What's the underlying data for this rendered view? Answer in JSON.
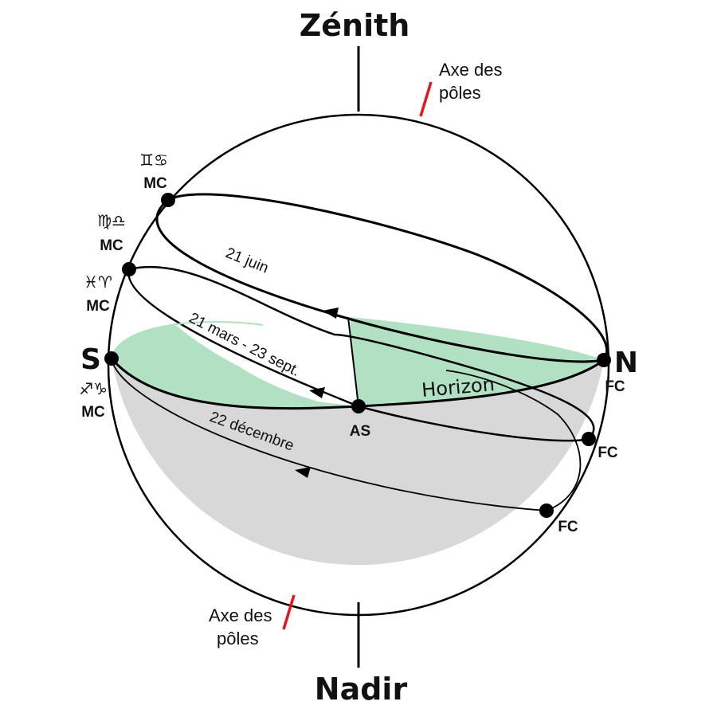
{
  "labels": {
    "zenith": "Zénith",
    "nadir": "Nadir",
    "south": "S",
    "north": "N",
    "pole_axis_top": [
      "Axe des",
      "pôles"
    ],
    "pole_axis_bottom": [
      "Axe des",
      "pôles"
    ],
    "horizon": "Horizon",
    "ascendant": "AS"
  },
  "paths": {
    "june": "21 juin",
    "equinox": "21 mars - 23 sept.",
    "december": "22 décembre"
  },
  "mc_points": [
    {
      "symbols": "♊♋",
      "label": "MC"
    },
    {
      "symbols": "♍♎",
      "label": "MC"
    },
    {
      "symbols": "♓♈",
      "label": "MC"
    },
    {
      "symbols": "♐♑",
      "label": "MC"
    }
  ],
  "fc_points": [
    {
      "label": "FC"
    },
    {
      "label": "FC"
    },
    {
      "label": "FC"
    }
  ],
  "colors": {
    "horizon_fill": "#b2e0c2",
    "below_horizon_fill": "#d8d8d8",
    "pole_axis": "#e8141e",
    "outline": "#000000"
  }
}
